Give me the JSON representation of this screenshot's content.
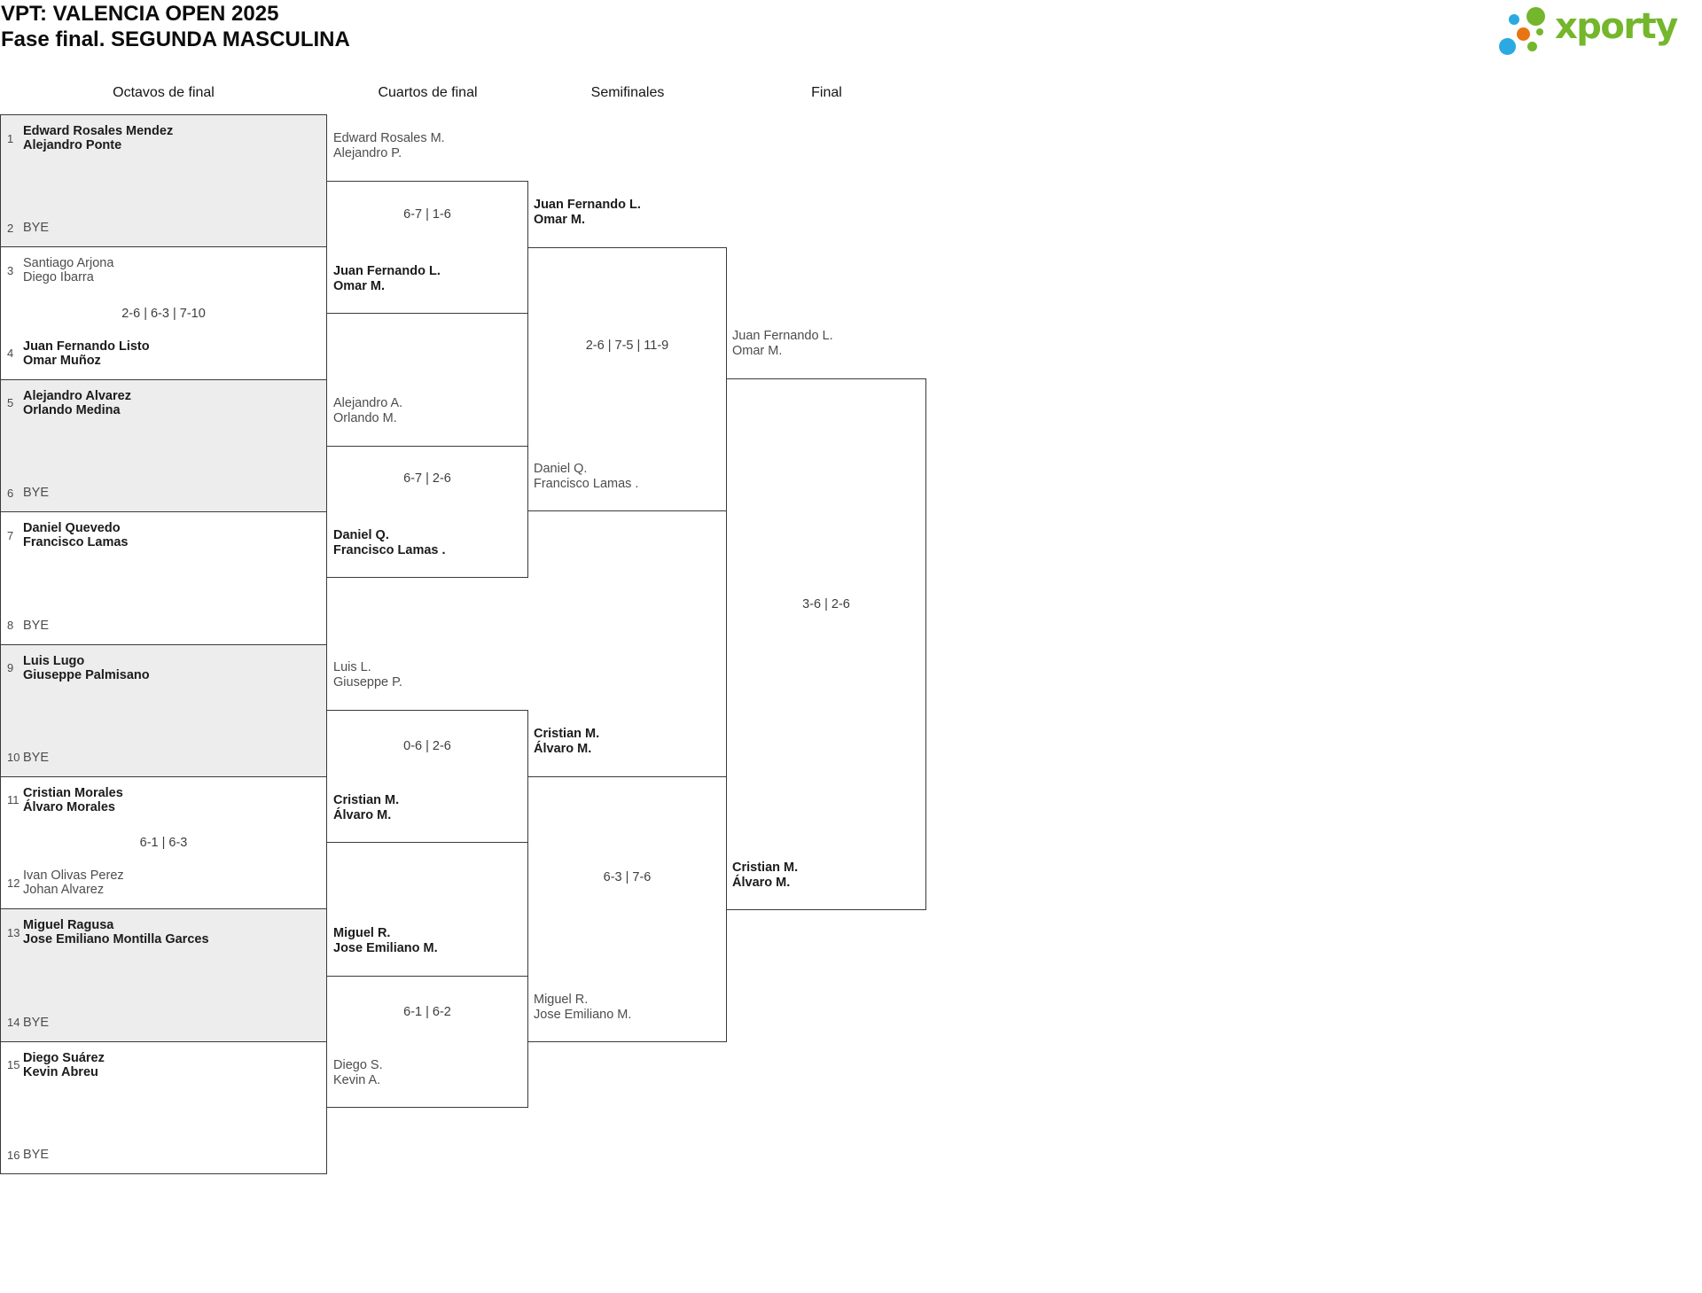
{
  "header": {
    "title": "VPT: VALENCIA OPEN 2025",
    "subtitle": "Fase final. SEGUNDA MASCULINA",
    "logo": {
      "brand": "xporty",
      "colors": {
        "brand_green": "#74b62c",
        "brand_blue": "#2ba9e1",
        "brand_orange": "#e87511"
      }
    }
  },
  "colors": {
    "row_alt_bg": "#ededed",
    "border": "#3a3a3a",
    "winner_text": "#1b1b1b",
    "loser_text": "#4d4d4d"
  },
  "rounds": {
    "r16_label": "Octavos de final",
    "qf_label": "Cuartos de final",
    "sf_label": "Semifinales",
    "final_label": "Final"
  },
  "bracket": {
    "r16": [
      {
        "a": {
          "seed": "1",
          "lines": [
            "Edward Rosales Mendez",
            "Alejandro Ponte"
          ],
          "winner": true
        },
        "b": {
          "seed": "2",
          "lines": [
            "BYE"
          ],
          "winner": false
        },
        "score": ""
      },
      {
        "a": {
          "seed": "3",
          "lines": [
            "Santiago Arjona",
            "Diego Ibarra"
          ],
          "winner": false
        },
        "b": {
          "seed": "4",
          "lines": [
            "Juan Fernando Listo",
            "Omar Muñoz"
          ],
          "winner": true
        },
        "score": "2-6 | 6-3 | 7-10"
      },
      {
        "a": {
          "seed": "5",
          "lines": [
            "Alejandro Alvarez",
            "Orlando Medina"
          ],
          "winner": true
        },
        "b": {
          "seed": "6",
          "lines": [
            "BYE"
          ],
          "winner": false
        },
        "score": ""
      },
      {
        "a": {
          "seed": "7",
          "lines": [
            "Daniel Quevedo",
            "Francisco Lamas"
          ],
          "winner": true
        },
        "b": {
          "seed": "8",
          "lines": [
            "BYE"
          ],
          "winner": false
        },
        "score": ""
      },
      {
        "a": {
          "seed": "9",
          "lines": [
            "Luis Lugo",
            "Giuseppe Palmisano"
          ],
          "winner": true
        },
        "b": {
          "seed": "10",
          "lines": [
            "BYE"
          ],
          "winner": false
        },
        "score": ""
      },
      {
        "a": {
          "seed": "11",
          "lines": [
            "Cristian Morales",
            "Álvaro Morales"
          ],
          "winner": true
        },
        "b": {
          "seed": "12",
          "lines": [
            "Ivan Olivas Perez",
            "Johan Alvarez"
          ],
          "winner": false
        },
        "score": "6-1 | 6-3"
      },
      {
        "a": {
          "seed": "13",
          "lines": [
            "Miguel Ragusa",
            "Jose Emiliano Montilla Garces"
          ],
          "winner": true
        },
        "b": {
          "seed": "14",
          "lines": [
            "BYE"
          ],
          "winner": false
        },
        "score": ""
      },
      {
        "a": {
          "seed": "15",
          "lines": [
            "Diego Suárez",
            "Kevin Abreu"
          ],
          "winner": true
        },
        "b": {
          "seed": "16",
          "lines": [
            "BYE"
          ],
          "winner": false
        },
        "score": ""
      }
    ],
    "qf": [
      {
        "a": {
          "lines": [
            "Edward Rosales M.",
            "Alejandro P."
          ],
          "winner": false
        },
        "b": {
          "lines": [
            "Juan Fernando L.",
            "Omar M."
          ],
          "winner": true
        },
        "score": "6-7 | 1-6"
      },
      {
        "a": {
          "lines": [
            "Alejandro A.",
            "Orlando M."
          ],
          "winner": false
        },
        "b": {
          "lines": [
            "Daniel Q.",
            "Francisco Lamas ."
          ],
          "winner": true
        },
        "score": "6-7 | 2-6"
      },
      {
        "a": {
          "lines": [
            "Luis L.",
            "Giuseppe P."
          ],
          "winner": false
        },
        "b": {
          "lines": [
            "Cristian M.",
            "Álvaro M."
          ],
          "winner": true
        },
        "score": "0-6 | 2-6"
      },
      {
        "a": {
          "lines": [
            "Miguel R.",
            "Jose Emiliano M."
          ],
          "winner": true
        },
        "b": {
          "lines": [
            "Diego S.",
            "Kevin A."
          ],
          "winner": false
        },
        "score": "6-1 | 6-2"
      }
    ],
    "sf": [
      {
        "a": {
          "lines": [
            "Juan Fernando L.",
            "Omar M."
          ],
          "winner": true
        },
        "b": {
          "lines": [
            "Daniel Q.",
            "Francisco Lamas ."
          ],
          "winner": false
        },
        "score": "2-6 | 7-5 | 11-9"
      },
      {
        "a": {
          "lines": [
            "Cristian M.",
            "Álvaro M."
          ],
          "winner": true
        },
        "b": {
          "lines": [
            "Miguel R.",
            "Jose Emiliano M."
          ],
          "winner": false
        },
        "score": "6-3 | 7-6"
      }
    ],
    "final": {
      "a": {
        "lines": [
          "Juan Fernando L.",
          "Omar M."
        ],
        "winner": false
      },
      "b": {
        "lines": [
          "Cristian M.",
          "Álvaro M."
        ],
        "winner": true
      },
      "score": "3-6 | 2-6"
    }
  }
}
